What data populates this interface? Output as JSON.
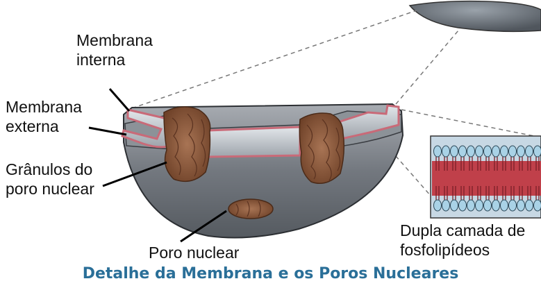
{
  "labels": {
    "membrana_interna_1": "Membrana",
    "membrana_interna_2": "interna",
    "membrana_externa_1": "Membrana",
    "membrana_externa_2": "externa",
    "granulos_1": "Grânulos do",
    "granulos_2": "poro nuclear",
    "poro_nuclear": "Poro nuclear",
    "dupla_1": "Dupla camada de",
    "dupla_2": "fosfolipídeos"
  },
  "caption": "Detalhe da Membrana e os Poros Nucleares",
  "colors": {
    "caption": "#2a6f98",
    "membrane_gray": "#7b8088",
    "membrane_pink": "#c96a78",
    "pore_brown": "#8a5a3e",
    "lipid_head": "#a9d2e6",
    "lipid_tail": "#c0404a"
  }
}
